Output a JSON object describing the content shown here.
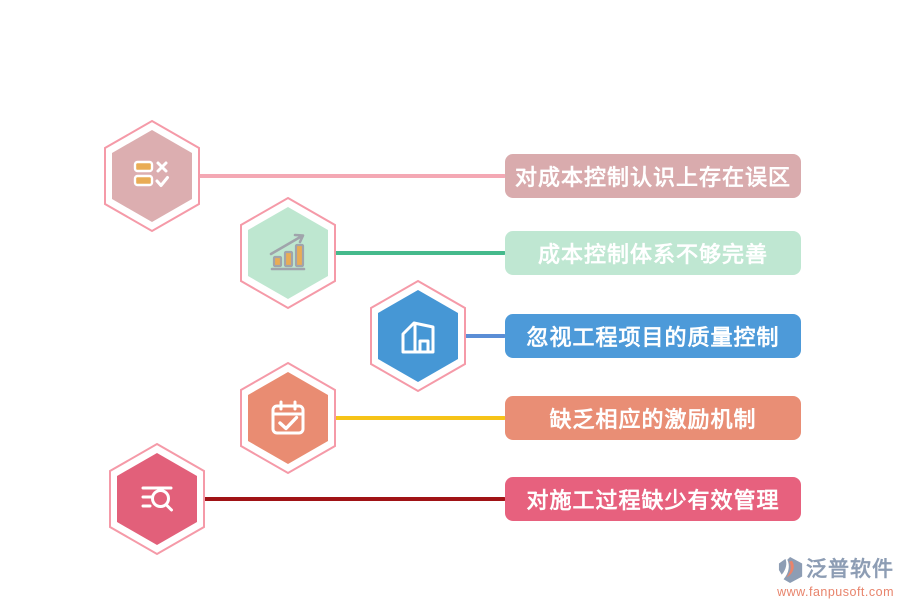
{
  "palette": {
    "background": "#ffffff",
    "hex_outline": "#f59aa8",
    "icon_orange": "#e9ac55",
    "icon_gray": "#a0a4ab",
    "icon_white": "#ffffff"
  },
  "items": [
    {
      "label": "对成本控制认识上存在误区",
      "icon": "checklist-icon",
      "hex_fill": "#dcaeb0",
      "banner_fill": "#d9abad",
      "line_color": "#f4a8b4"
    },
    {
      "label": "成本控制体系不够完善",
      "icon": "growth-chart-icon",
      "hex_fill": "#bee7d0",
      "banner_fill": "#bfe7d2",
      "line_color": "#45ba8c"
    },
    {
      "label": "忽视工程项目的质量控制",
      "icon": "warehouse-icon",
      "hex_fill": "#4697d5",
      "banner_fill": "#4d9ad9",
      "line_color": "#5b8ed6"
    },
    {
      "label": "缺乏相应的激励机制",
      "icon": "calendar-check-icon",
      "hex_fill": "#e98c72",
      "banner_fill": "#e98e75",
      "line_color": "#f6c318"
    },
    {
      "label": "对施工过程缺少有效管理",
      "icon": "search-list-icon",
      "hex_fill": "#e2607a",
      "banner_fill": "#e7617e",
      "line_color": "#a01316"
    }
  ],
  "watermark": {
    "brand": "泛普软件",
    "url": "www.fanpusoft.com",
    "brand_color": "#8d9db4",
    "url_color": "#e8846c",
    "logo_gray": "#8d9db4",
    "logo_orange": "#e8846c"
  }
}
